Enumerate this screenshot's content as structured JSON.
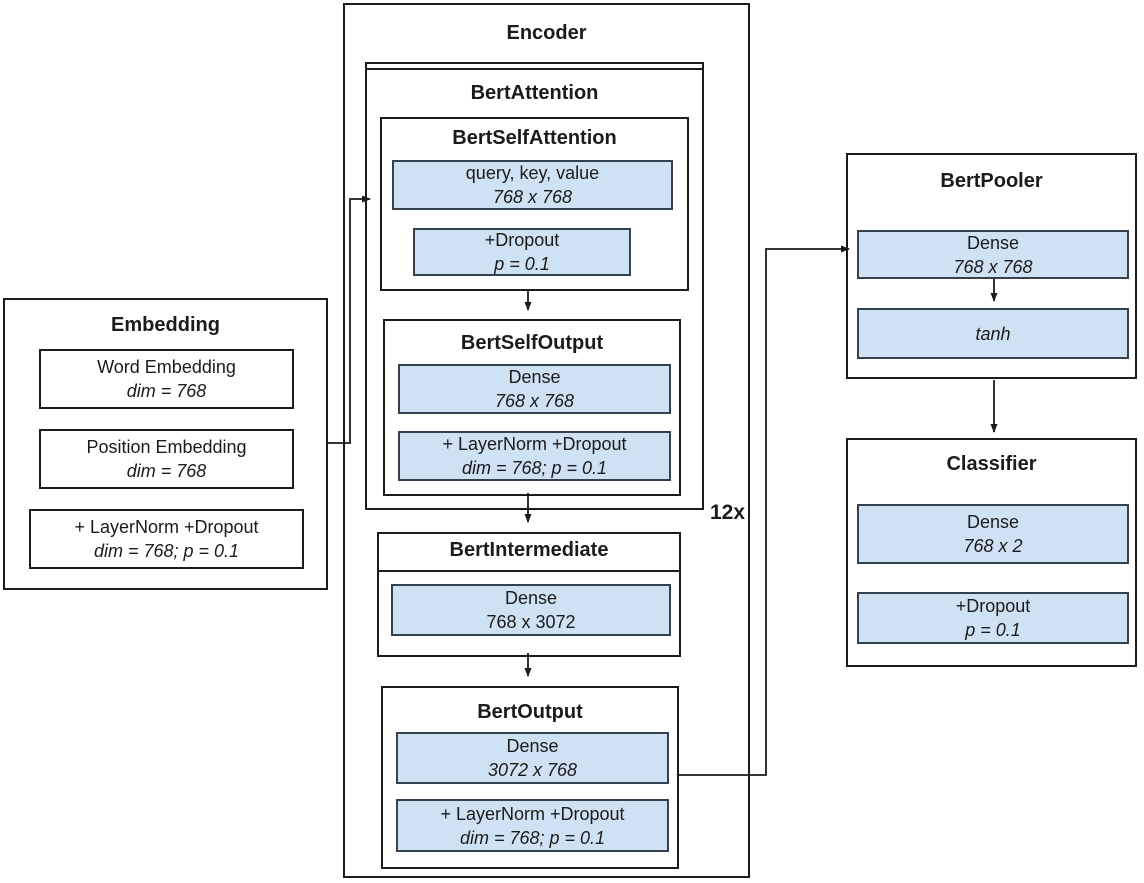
{
  "diagram": {
    "embedding": {
      "title": "Embedding",
      "word": {
        "l1": "Word Embedding",
        "l2": "dim = 768"
      },
      "position": {
        "l1": "Position Embedding",
        "l2": "dim = 768"
      },
      "layernorm": {
        "l1": "+ LayerNorm +Dropout",
        "l2": "dim = 768; p = 0.1"
      }
    },
    "encoder": {
      "title": "Encoder",
      "repeat": "12x",
      "bert_attention": {
        "title": "BertAttention",
        "self_attention": {
          "title": "BertSelfAttention",
          "qkv": {
            "l1": "query, key, value",
            "l2": "768 x 768"
          },
          "dropout": {
            "l1": "+Dropout",
            "l2": "p = 0.1"
          }
        },
        "self_output": {
          "title": "BertSelfOutput",
          "dense": {
            "l1": "Dense",
            "l2": "768 x 768"
          },
          "layernorm": {
            "l1": "+ LayerNorm +Dropout",
            "l2": "dim = 768; p = 0.1"
          }
        }
      },
      "intermediate": {
        "title": "BertIntermediate",
        "dense": {
          "l1": "Dense",
          "l2": "768 x 3072"
        }
      },
      "output": {
        "title": "BertOutput",
        "dense": {
          "l1": "Dense",
          "l2": "3072 x 768"
        },
        "layernorm": {
          "l1": "+ LayerNorm +Dropout",
          "l2": "dim = 768; p = 0.1"
        }
      }
    },
    "pooler": {
      "title": "BertPooler",
      "dense": {
        "l1": "Dense",
        "l2": "768 x 768"
      },
      "tanh": {
        "l1": "tanh"
      }
    },
    "classifier": {
      "title": "Classifier",
      "dense": {
        "l1": "Dense",
        "l2": "768 x 2"
      },
      "dropout": {
        "l1": "+Dropout",
        "l2": "p = 0.1"
      }
    },
    "colors": {
      "node_fill": "#cfe2f3",
      "border": "#1b1b1b",
      "background": "#ffffff"
    }
  }
}
